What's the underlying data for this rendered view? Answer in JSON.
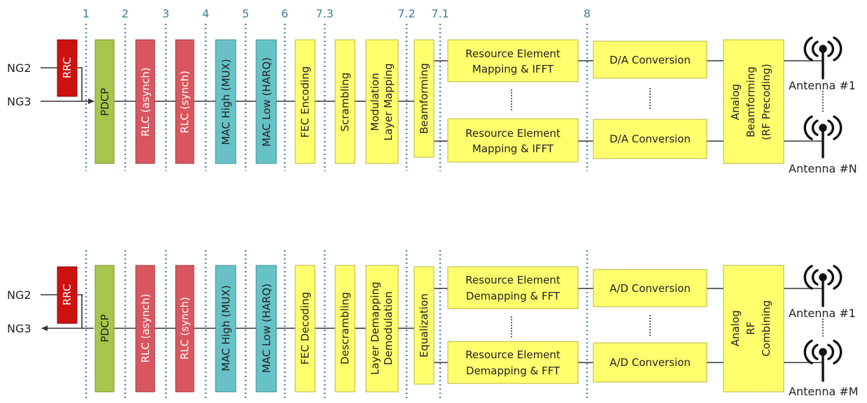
{
  "split_labels": [
    "1",
    "2",
    "3",
    "4",
    "5",
    "6",
    "7.3",
    "7.2",
    "7.1",
    "8"
  ],
  "colors": {
    "rrc": "#cc1111",
    "pdcp": "#a6c64c",
    "rlc": "#d9565e",
    "mac": "#66c2c7",
    "phy": "#ffff6e",
    "split_line": "#4f86a3",
    "wire": "#333333"
  },
  "downlink": {
    "inputs": [
      "NG2",
      "NG3"
    ],
    "rrc": "RRC",
    "pdcp": "PDCP",
    "rlc_asynch": "RLC (asynch)",
    "rlc_synch": "RLC (synch)",
    "mac_high": "MAC High (MUX)",
    "mac_low": "MAC Low (HARQ)",
    "fec": "FEC Encoding",
    "scrambling": "Scrambling",
    "modulation": [
      "Modulation",
      "Layer Mapping"
    ],
    "beamforming": "Beamforming",
    "re_blocks": [
      [
        "Resource Element",
        "Mapping & IFFT"
      ],
      [
        "Resource Element",
        "Mapping & IFFT"
      ]
    ],
    "converters": [
      "D/A Conversion",
      "D/A Conversion"
    ],
    "analog": [
      "Analog",
      "Beamforming",
      "(RF Precoding)"
    ],
    "antennas": [
      "Antenna #1",
      "Antenna #N"
    ],
    "antenna_icon": "antenna-icon"
  },
  "uplink": {
    "inputs": [
      "NG2",
      "NG3"
    ],
    "rrc": "RRC",
    "pdcp": "PDCP",
    "rlc_asynch": "RLC (asynch)",
    "rlc_synch": "RLC (synch)",
    "mac_high": "MAC High (MUX)",
    "mac_low": "MAC Low (HARQ)",
    "fec": "FEC Decoding",
    "scrambling": "Descrambling",
    "modulation": [
      "Layer Demapping",
      "Demodulation"
    ],
    "beamforming": "Equalization",
    "re_blocks": [
      [
        "Resource Element",
        "Demapping & FFT"
      ],
      [
        "Resource Element",
        "Demapping & FFT"
      ]
    ],
    "converters": [
      "A/D Conversion",
      "A/D Conversion"
    ],
    "analog": [
      "Analog",
      "RF",
      "Combining"
    ],
    "antennas": [
      "Antenna #1",
      "Antenna #M"
    ],
    "antenna_icon": "antenna-icon"
  }
}
